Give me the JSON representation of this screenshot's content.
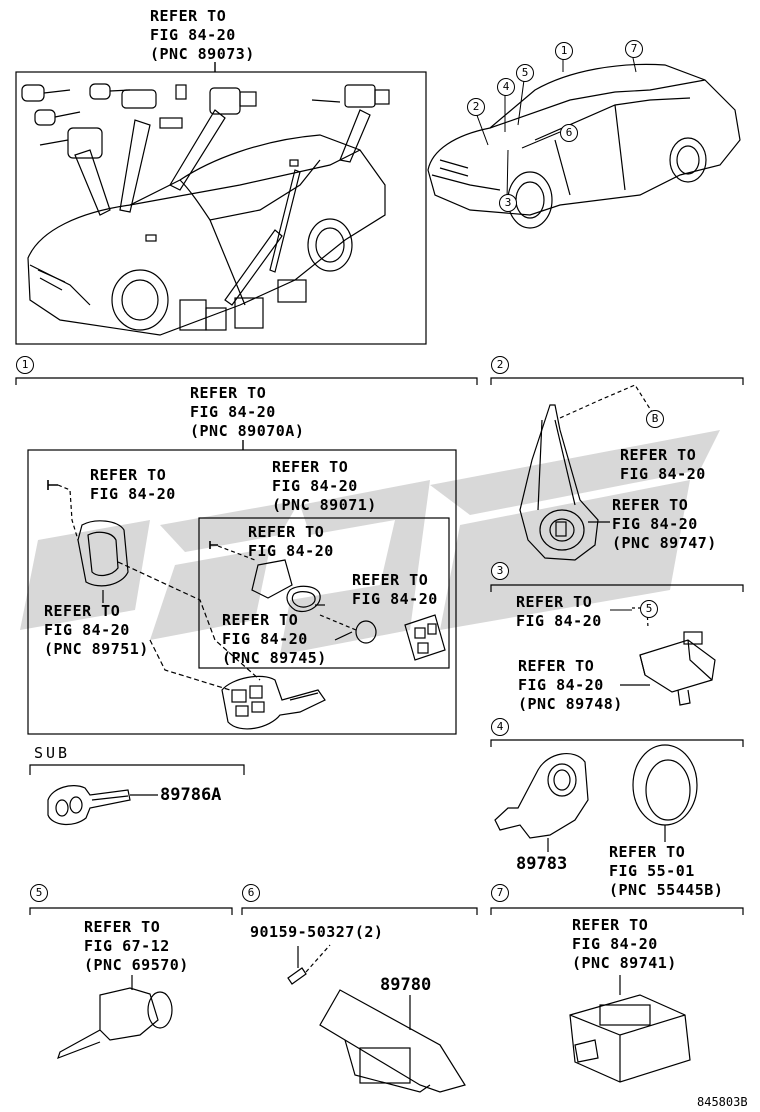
{
  "top_ref": {
    "l1": "REFER TO",
    "l2": "FIG 84-20",
    "l3": "(PNC 89073)"
  },
  "sections": [
    {
      "num": "1",
      "label": "1"
    },
    {
      "num": "2",
      "label": "2"
    },
    {
      "num": "3",
      "label": "3"
    },
    {
      "num": "4",
      "label": "4"
    },
    {
      "num": "5",
      "label": "5"
    },
    {
      "num": "6",
      "label": "6"
    },
    {
      "num": "7",
      "label": "7"
    }
  ],
  "car_callouts": [
    "1",
    "2",
    "3",
    "4",
    "5",
    "6",
    "7"
  ],
  "s1": {
    "ref_main": {
      "l1": "REFER TO",
      "l2": "FIG 84-20",
      "l3": "(PNC 89070A)"
    },
    "ref_a": {
      "l1": "REFER TO",
      "l2": "FIG 84-20"
    },
    "ref_b": {
      "l1": "REFER TO",
      "l2": "FIG 84-20",
      "l3": "(PNC 89071)"
    },
    "ref_c": {
      "l1": "REFER TO",
      "l2": "FIG 84-20"
    },
    "ref_d": {
      "l1": "REFER TO",
      "l2": "FIG 84-20"
    },
    "ref_e": {
      "l1": "REFER TO",
      "l2": "FIG 84-20",
      "l3": "(PNC 89745)"
    },
    "ref_f": {
      "l1": "REFER TO",
      "l2": "FIG 84-20",
      "l3": "(PNC 89751)"
    }
  },
  "sub": {
    "label": "SUB",
    "part": "89786A"
  },
  "s2": {
    "marker": "B",
    "ref_a": {
      "l1": "REFER TO",
      "l2": "FIG 84-20"
    },
    "ref_b": {
      "l1": "REFER TO",
      "l2": "FIG 84-20",
      "l3": "(PNC 89747)"
    }
  },
  "s3": {
    "marker": "5",
    "ref_a": {
      "l1": "REFER TO",
      "l2": "FIG 84-20"
    },
    "ref_b": {
      "l1": "REFER TO",
      "l2": "FIG 84-20",
      "l3": "(PNC 89748)"
    }
  },
  "s4": {
    "part": "89783",
    "ref": {
      "l1": "REFER TO",
      "l2": "FIG 55-01",
      "l3": "(PNC 55445B)"
    }
  },
  "s5": {
    "ref": {
      "l1": "REFER TO",
      "l2": "FIG 67-12",
      "l3": "(PNC 69570)"
    }
  },
  "s6": {
    "bolt": "90159-50327(2)",
    "part": "89780"
  },
  "s7": {
    "ref": {
      "l1": "REFER TO",
      "l2": "FIG 84-20",
      "l3": "(PNC 89741)"
    }
  },
  "diagram_code": "845803B"
}
